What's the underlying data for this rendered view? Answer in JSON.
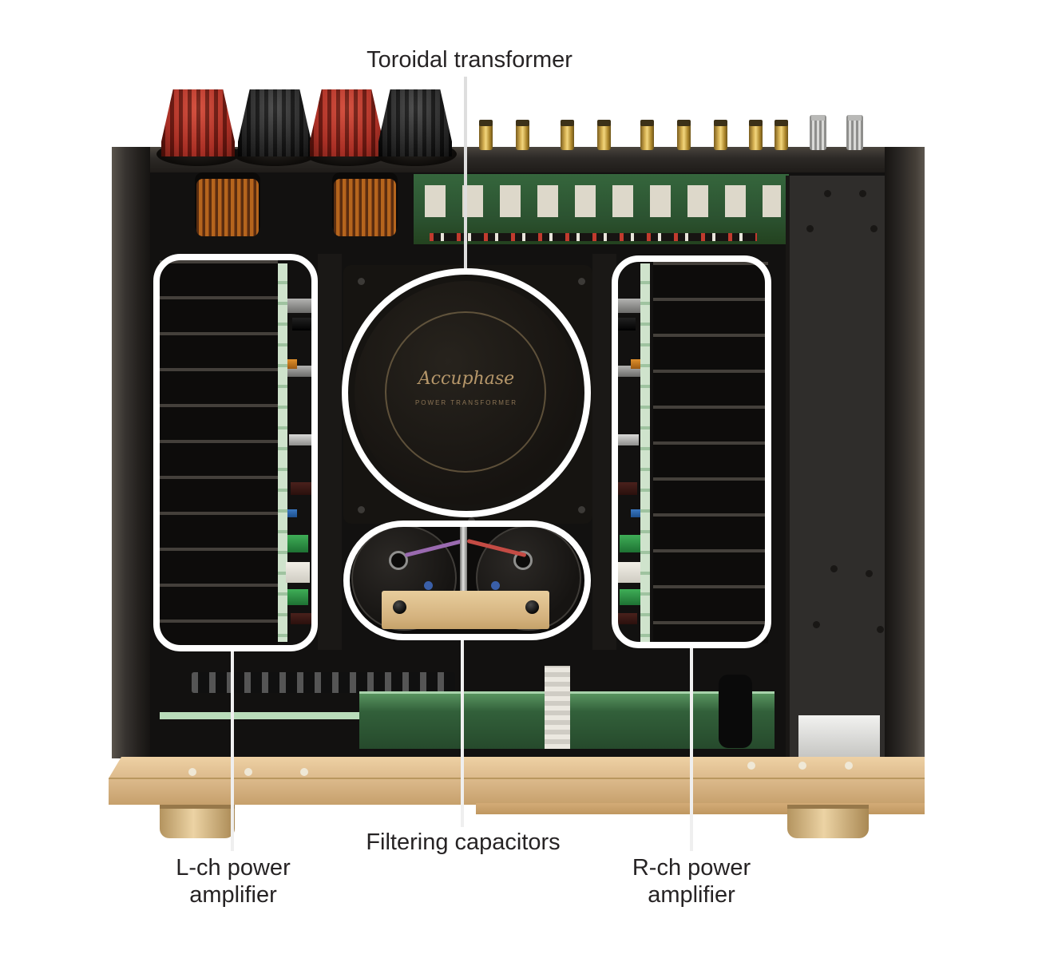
{
  "figure": {
    "type": "annotated-product-photo",
    "subject": "Integrated amplifier internal top view"
  },
  "annotations": {
    "toroidal": {
      "label": "Toroidal transformer"
    },
    "filtering": {
      "label": "Filtering capacitors"
    },
    "l_ch": {
      "label": "L-ch power amplifier"
    },
    "r_ch": {
      "label": "R-ch power amplifier"
    }
  },
  "device": {
    "brand": "Accuphase",
    "transformer_subtitle": "POWER TRANSFORMER"
  },
  "colors": {
    "annotation_outline": "#ffffff",
    "leader_line": "#dedede",
    "label_text": "#262324",
    "chassis_dark": "#121110",
    "pcb_green": "#35663c",
    "wood_base": "#dcba8c",
    "gold_foot": "#c8a876",
    "red_terminal": "#a6251a",
    "brand_gold": "#b6976a"
  }
}
